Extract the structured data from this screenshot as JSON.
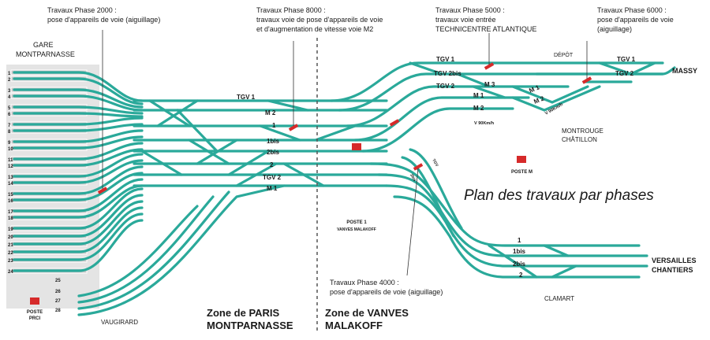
{
  "title": "Plan des travaux par phases",
  "phases": [
    {
      "heading": "Travaux Phase 2000 :",
      "lines": [
        "pose d'appareils de voie (aiguillage)"
      ]
    },
    {
      "heading": "Travaux Phase 8000 :",
      "lines": [
        "travaux voie de pose d'appareils de voie",
        "et d'augmentation de vitesse voie M2"
      ]
    },
    {
      "heading": "Travaux Phase 5000 :",
      "lines": [
        "travaux voie entrée",
        "TECHNICENTRE ATLANTIQUE"
      ]
    },
    {
      "heading": "Travaux Phase 6000 :",
      "lines": [
        "pose d'appareils de voie",
        "(aiguillage)"
      ]
    },
    {
      "heading": "Travaux Phase 4000 :",
      "lines": [
        "pose d'appareils de voie (aiguillage)"
      ]
    }
  ],
  "places": {
    "gare": [
      "GARE",
      "MONTPARNASSE"
    ],
    "massy": "MASSY",
    "depot": "DÉPÔT",
    "montrouge": [
      "MONTROUGE",
      "CHÂTILLON"
    ],
    "poste_m": "POSTE M",
    "poste_1": [
      "POSTE 1",
      "VANVES MALAKOFF"
    ],
    "poste_prci": [
      "POSTE",
      "PRCI"
    ],
    "vaugirard": "VAUGIRARD",
    "clamart": "CLAMART",
    "versailles": "VERSAILLES",
    "chantiers": "CHANTIERS"
  },
  "zones": {
    "paris": [
      "Zone de PARIS",
      "MONTPARNASSE"
    ],
    "vanves": [
      "Zone de VANVES",
      "MALAKOFF"
    ]
  },
  "track_labels": {
    "main": [
      "TGV 1",
      "M 2",
      "1",
      "1bis",
      "2bis",
      "2",
      "TGV 2",
      "M 1"
    ],
    "upper": [
      "TGV 1",
      "TGV 2bis",
      "TGV 2",
      "M 3",
      "M 1",
      "M 2"
    ],
    "massy": [
      "TGV 1",
      "TGV 2"
    ],
    "diag": [
      "M 1",
      "M 2"
    ],
    "clamart": [
      "1",
      "1bis",
      "2bis",
      "2"
    ],
    "speed": [
      "V 90Km/h",
      "V 90Km/h"
    ],
    "tiny": [
      "TGV",
      "2bis"
    ]
  },
  "platforms": [
    "1",
    "2",
    "3",
    "4",
    "5",
    "6",
    "7",
    "8",
    "9",
    "10",
    "11",
    "12",
    "13",
    "14",
    "15",
    "16",
    "17",
    "18",
    "19",
    "20",
    "21",
    "22",
    "23",
    "24"
  ],
  "vaugirard_tracks": [
    "25",
    "26",
    "27",
    "28"
  ],
  "colors": {
    "track": "#2aa99a",
    "marker": "#d62a2a",
    "title": "#4a78a8",
    "platform": "#c9c9c9"
  }
}
